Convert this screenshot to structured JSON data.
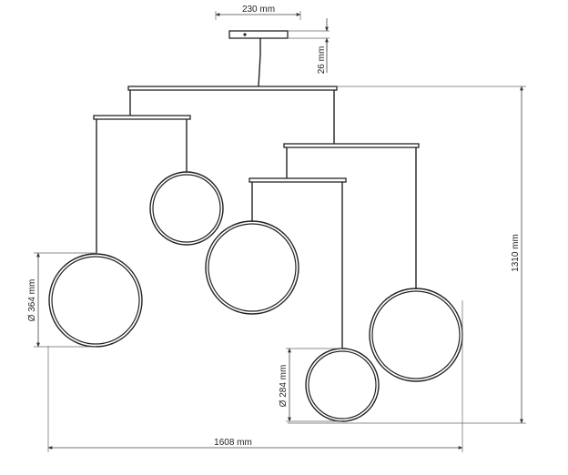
{
  "dimensions": {
    "canopy_width": "230 mm",
    "canopy_height": "26 mm",
    "total_height": "1310 mm",
    "total_width": "1608 mm",
    "large_ring_diameter": "Ø 364 mm",
    "small_ring_diameter": "Ø 284 mm"
  }
}
